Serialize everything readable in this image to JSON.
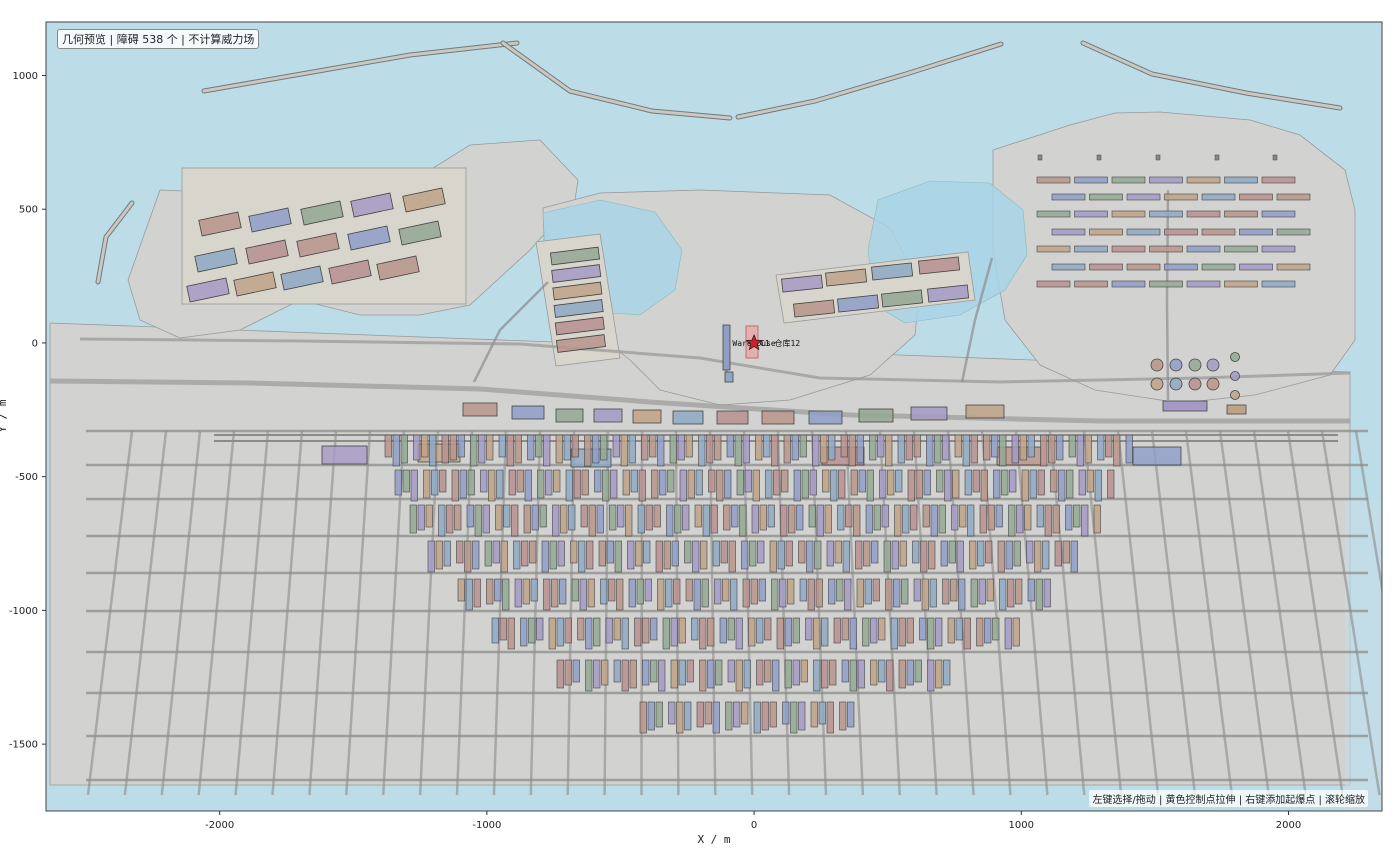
{
  "info_box": "几何预览 | 障碍 538 个 | 不计算威力场",
  "hint": "左键选择/拖动 | 黄色控制点拉伸 | 右键添加起爆点 | 滚轮缩放",
  "axes": {
    "xlabel": "X / m",
    "ylabel": "Y / m",
    "xlim": [
      -2650,
      2350
    ],
    "ylim": [
      -1750,
      1200
    ],
    "xticks": [
      -2000,
      -1000,
      0,
      1000,
      2000
    ],
    "yticks": [
      -1500,
      -1000,
      -500,
      0,
      500,
      1000
    ]
  },
  "colors": {
    "water": "#bcdde8",
    "land": "#d2d3d0",
    "pond": "#a9d4e6",
    "road": "#9a9a9a",
    "frame": "#444444",
    "marker": "#d0202a",
    "block_palette": [
      "#b9948a",
      "#8f9ec8",
      "#93a893",
      "#a59ac5",
      "#c0a287",
      "#8ea8c4",
      "#b78f8f"
    ]
  },
  "points": [
    {
      "label": "Warehouse",
      "x": -70,
      "y": 0
    },
    {
      "label": "C1 仓库12",
      "x": 0,
      "y": 0
    }
  ]
}
